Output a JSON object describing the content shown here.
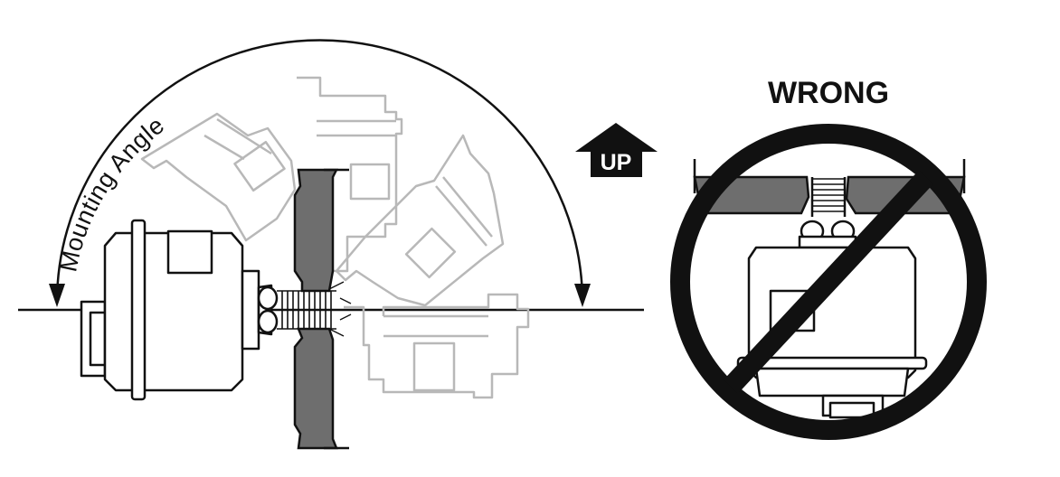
{
  "labels": {
    "mounting_angle": "Mounting Angle",
    "wrong": "WRONG",
    "up": "UP"
  },
  "colors": {
    "ink": "#111111",
    "wall": "#6e6e6e",
    "ghost": "#b8b8b8",
    "background": "#ffffff"
  }
}
